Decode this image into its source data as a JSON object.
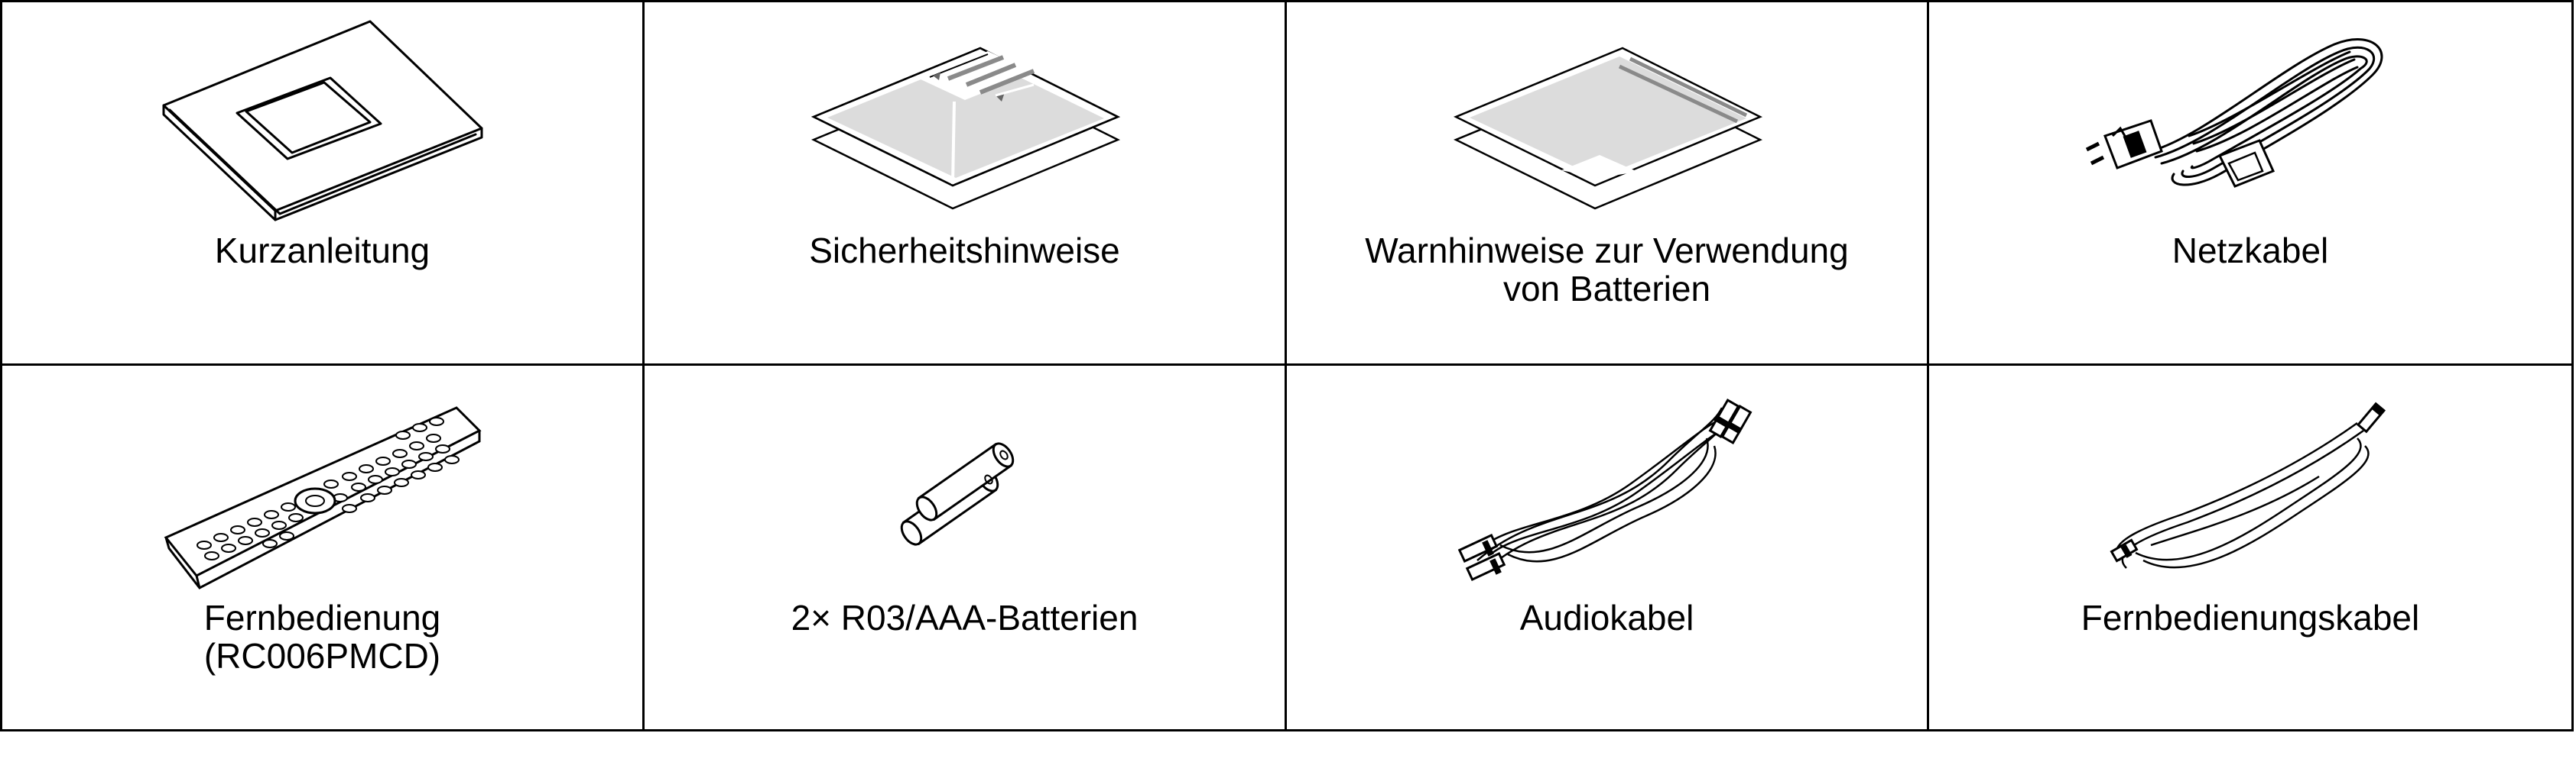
{
  "items": [
    {
      "label": "Kurzanleitung",
      "icon": "booklet-icon"
    },
    {
      "label": "Sicherheitshinweise",
      "icon": "leaflet-icon"
    },
    {
      "label": "Warnhinweise zur Verwendung\nvon Batterien",
      "icon": "leaflet-icon"
    },
    {
      "label": "Netzkabel",
      "icon": "power-cord-icon"
    },
    {
      "label": "Fernbedienung\n(RC006PMCD)",
      "icon": "remote-control-icon"
    },
    {
      "label": "2× R03/AAA-Batterien",
      "icon": "batteries-icon"
    },
    {
      "label": "Audiokabel",
      "icon": "audio-cable-icon"
    },
    {
      "label": "Fernbedienungskabel",
      "icon": "remote-cable-icon"
    }
  ]
}
